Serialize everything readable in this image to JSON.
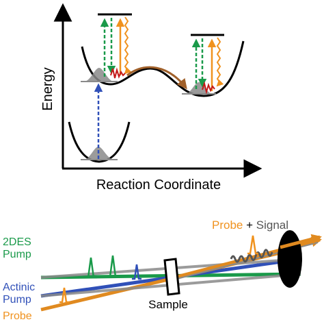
{
  "energy_diagram": {
    "y_axis_label": "Energy",
    "x_axis_label": "Reaction Coordinate"
  },
  "beam_diagram": {
    "beam_2des_label_line1": "2DES",
    "beam_2des_label_line2": "Pump",
    "beam_actinic_label_line1": "Actinic",
    "beam_actinic_label_line2": "Pump",
    "beam_probe_label": "Probe",
    "sample_label": "Sample",
    "output_label_probe": "Probe",
    "output_label_plus": " + ",
    "output_label_signal": "Signal"
  },
  "colors": {
    "dgreen": "#1a9a4a",
    "dblue": "#3050b8",
    "dorange": "#f0921e",
    "dgray": "#8a8a8a",
    "dred": "#c41818",
    "dbrown": "#a0602a",
    "dblack": "#000000"
  }
}
